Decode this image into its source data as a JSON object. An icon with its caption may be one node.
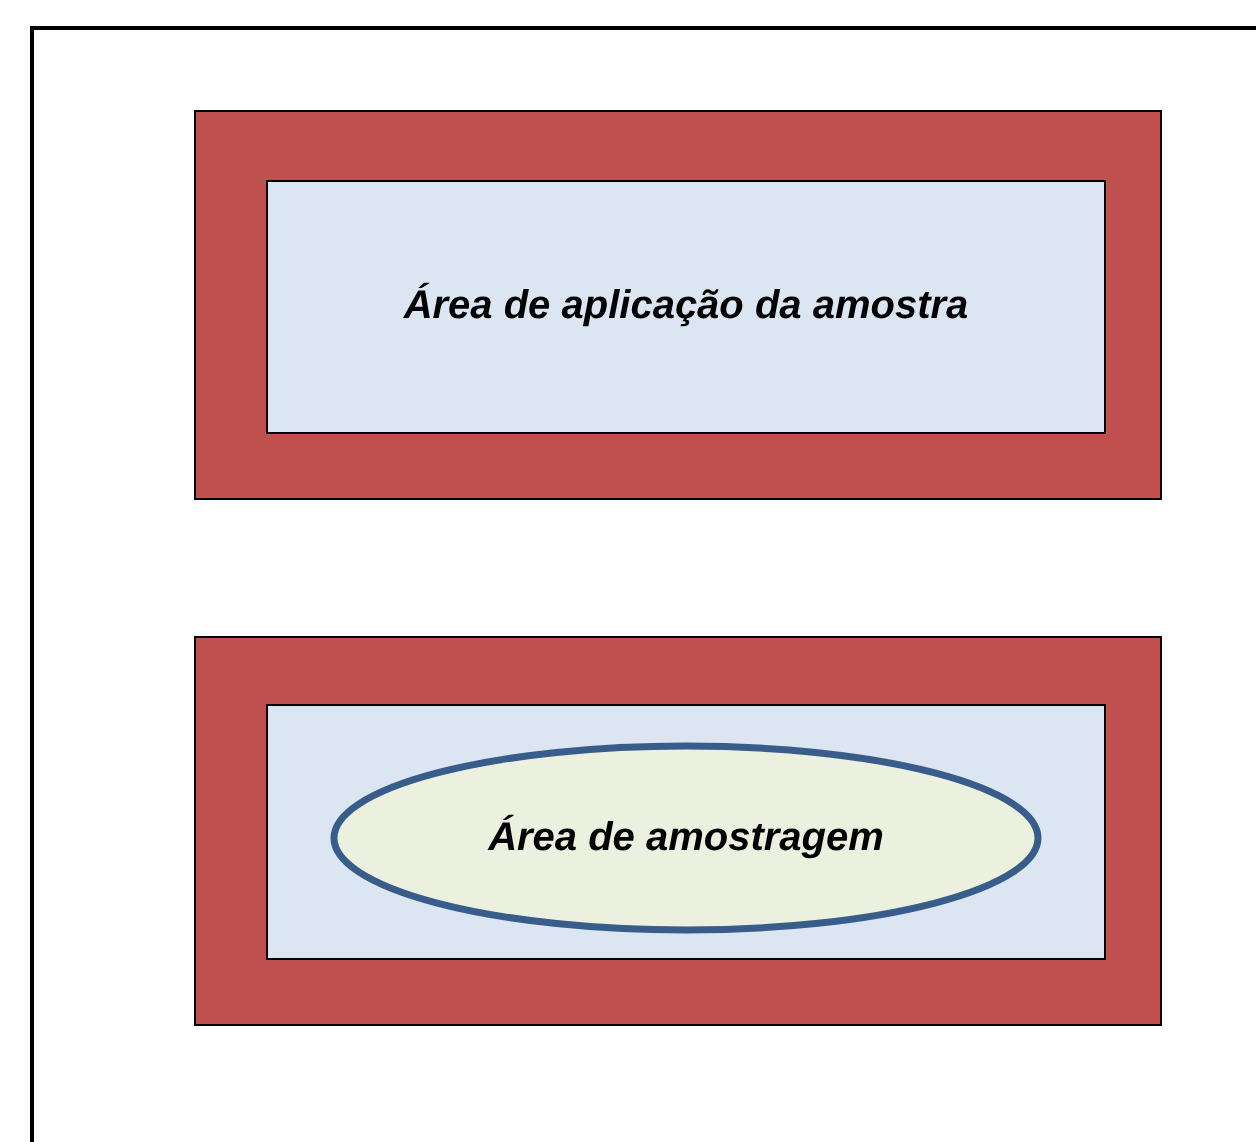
{
  "diagram": {
    "nodes": [
      {
        "text": [],
        "shape": "box"
      },
      {
        "text": [
          "Área de aplicação da amostra"
        ],
        "in": 0
      },
      {
        "text": [],
        "shape": "box"
      },
      {
        "text": [],
        "shape": "box",
        "in": 2
      },
      {
        "text": [
          "Área de amostragem"
        ],
        "in": 3
      }
    ]
  }
}
